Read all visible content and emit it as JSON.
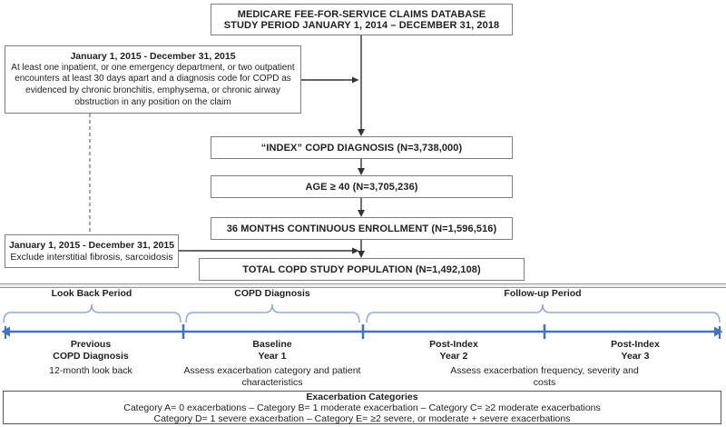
{
  "flowchart": {
    "database_box": {
      "line1": "MEDICARE FEE-FOR-SERVICE CLAIMS DATABASE",
      "line2": "STUDY PERIOD JANUARY 1, 2014 – DECEMBER 31, 2018"
    },
    "inclusion_box": {
      "title": "January 1, 2015 - December 31, 2015",
      "body": "At least one inpatient, or one emergency department, or two outpatient encounters at least 30 days apart and a diagnosis code for COPD as evidenced by chronic bronchitis, emphysema, or chronic airway obstruction in any position on the claim"
    },
    "exclusion_box": {
      "title": "January 1, 2015 - December 31, 2015",
      "body": "Exclude interstitial fibrosis, sarcoidosis"
    },
    "steps": {
      "index": "“INDEX” COPD DIAGNOSIS (N=3,738,000)",
      "age": "AGE ≥ 40 (N=3,705,236)",
      "enrollment": "36 MONTHS CONTINUOUS ENROLLMENT (N=1,596,516)",
      "total": "TOTAL COPD STUDY POPULATION (N=1,492,108)"
    }
  },
  "timeline": {
    "phases": [
      {
        "label": "Look Back Period"
      },
      {
        "label": "COPD Diagnosis"
      },
      {
        "label": "Follow-up Period"
      }
    ],
    "segments": [
      {
        "title": "Previous",
        "subtitle": "COPD Diagnosis",
        "note": "12-month look back"
      },
      {
        "title": "Baseline",
        "subtitle": "Year 1",
        "note": "Assess exacerbation category and patient characteristics"
      },
      {
        "title": "Post-Index",
        "subtitle": "Year 2"
      },
      {
        "title": "Post-Index",
        "subtitle": "Year 3"
      }
    ],
    "followup_note": "Assess exacerbation frequency, severity and costs"
  },
  "legend": {
    "title": "Exacerbation Categories",
    "line1": "Category A= 0 exacerbations – Category B= 1 moderate exacerbation – Category C= ≥2 moderate exacerbations",
    "line2": "Category D= 1 severe exacerbation – Category E= ≥2 severe, or moderate + severe exacerbations"
  },
  "colors": {
    "timeline_blue": "#4472C4",
    "brace_blue": "#8FAADC",
    "box_border": "#7F7F7F",
    "arrow_dark": "#333333"
  }
}
